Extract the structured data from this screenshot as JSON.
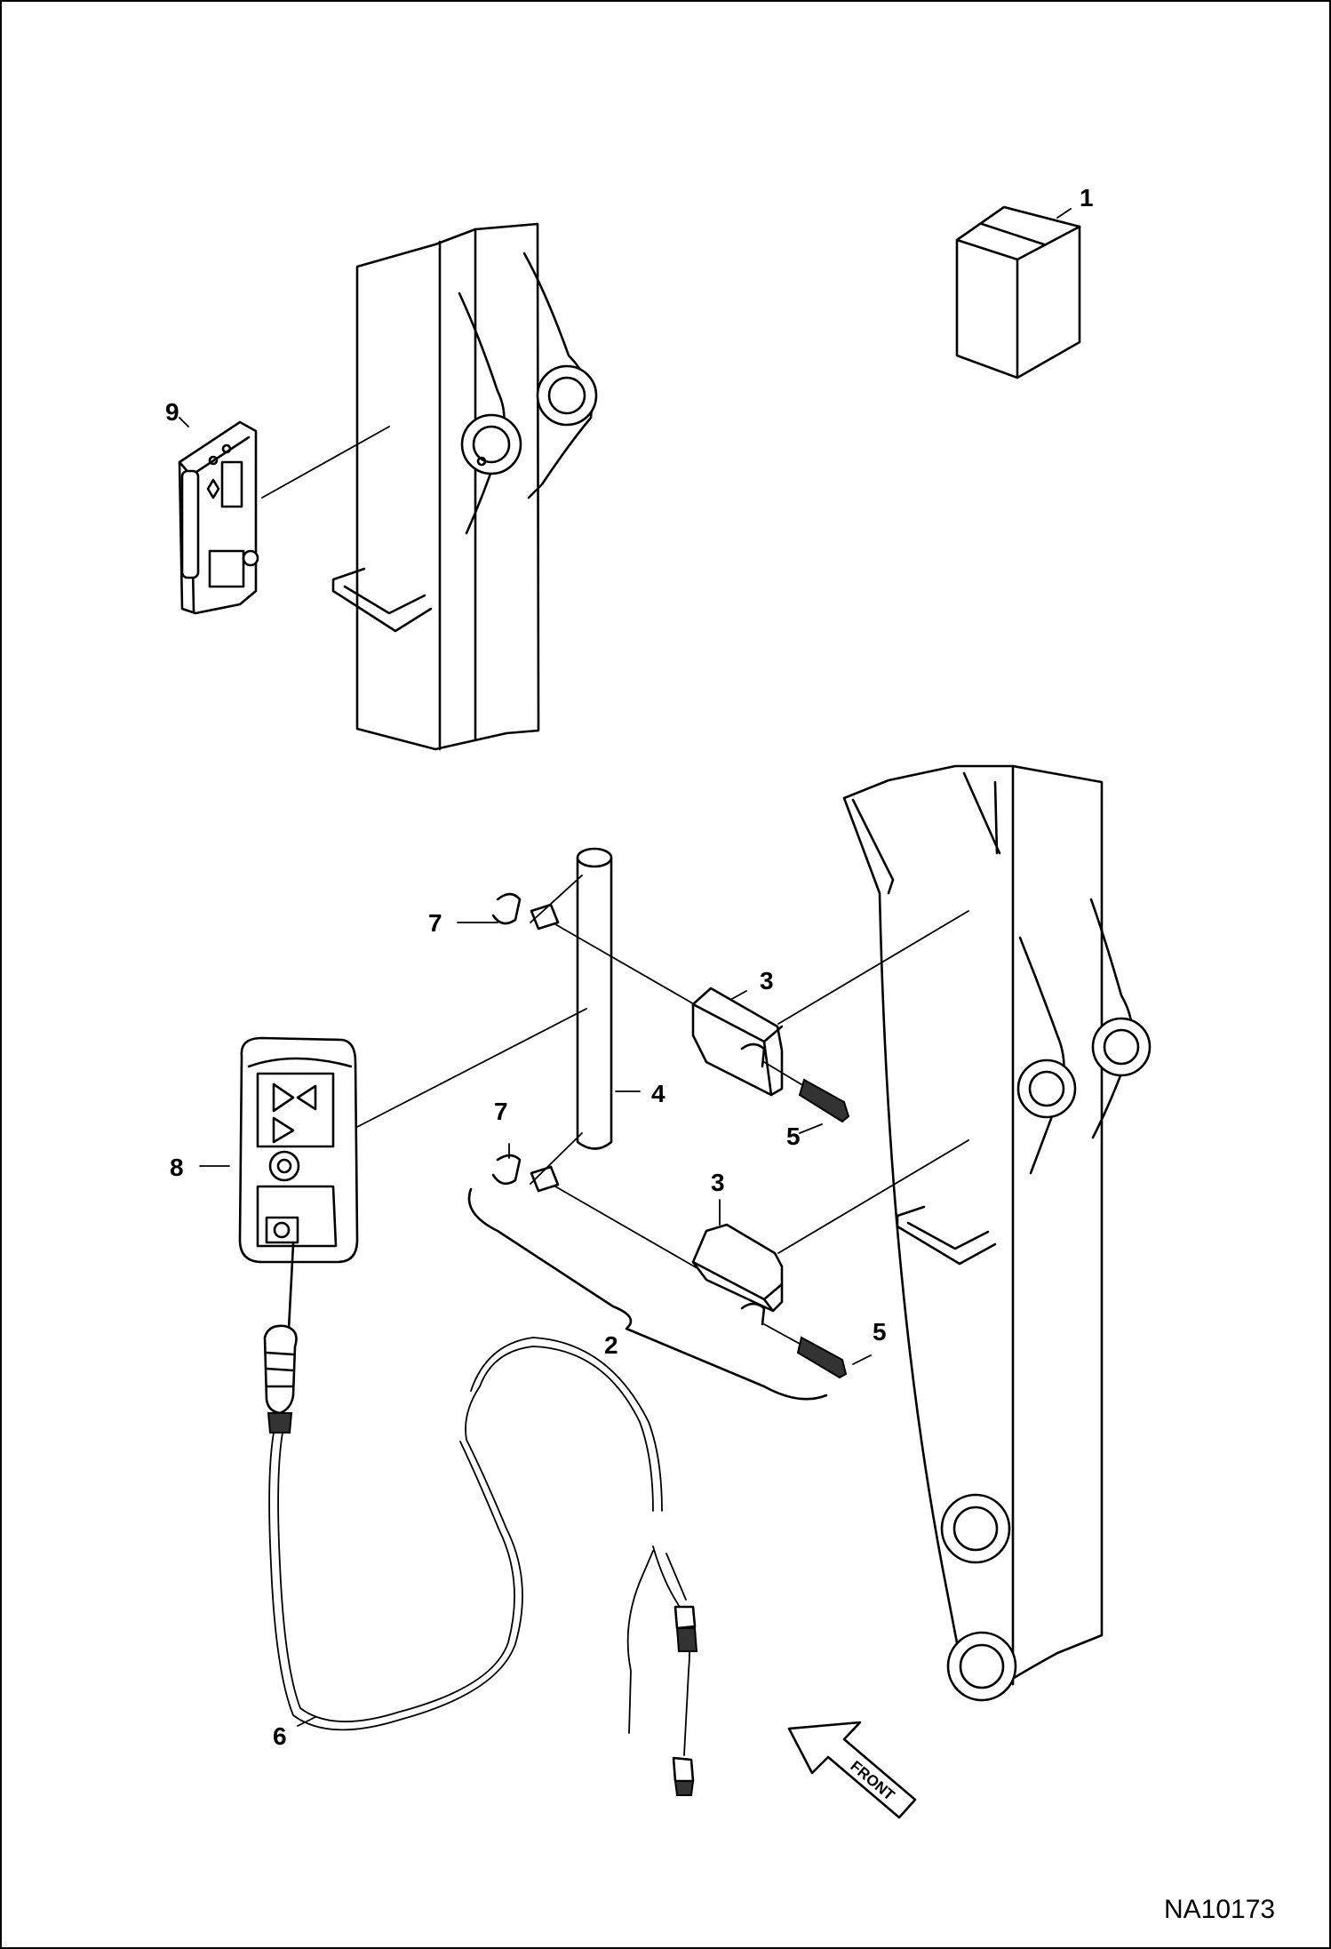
{
  "figure_id": "NA10173",
  "direction_arrow": {
    "label": "FRONT"
  },
  "callouts": [
    {
      "number": "1"
    },
    {
      "number": "2"
    },
    {
      "number": "3"
    },
    {
      "number": "3"
    },
    {
      "number": "4"
    },
    {
      "number": "5"
    },
    {
      "number": "5"
    },
    {
      "number": "6"
    },
    {
      "number": "7"
    },
    {
      "number": "7"
    },
    {
      "number": "8"
    },
    {
      "number": "9"
    }
  ]
}
